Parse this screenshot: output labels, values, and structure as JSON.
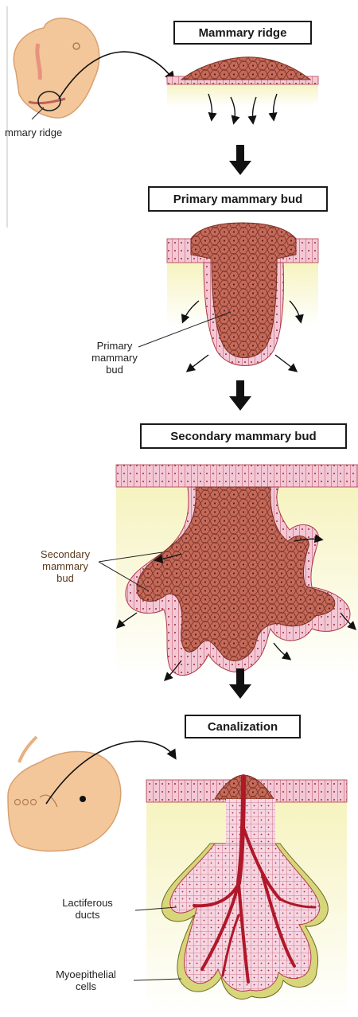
{
  "stages": {
    "mammary_ridge": {
      "title": "Mammary ridge",
      "embryo_label": "mmary ridge"
    },
    "primary_bud": {
      "title": "Primary mammary bud",
      "label_line1": "Primary",
      "label_line2": "mammary",
      "label_line3": "bud"
    },
    "secondary_bud": {
      "title": "Secondary mammary bud",
      "label_line1": "Secondary",
      "label_line2": "mammary",
      "label_line3": "bud"
    },
    "canalization": {
      "title": "Canalization",
      "ducts_line1": "Lactiferous",
      "ducts_line2": "ducts",
      "myo_line1": "Myoepithelial",
      "myo_line2": "cells"
    }
  },
  "colors": {
    "cell_fill": "#c46a5a",
    "cell_line": "#7a2e22",
    "basal_fill": "#f3c8d6",
    "stroma": "#f8f5c8",
    "duct": "#b0182a",
    "myo": "#d8d67a",
    "embryo": "#f3c79a"
  },
  "icons": [
    "flow-arrow-icon",
    "curved-arrow-icon"
  ]
}
